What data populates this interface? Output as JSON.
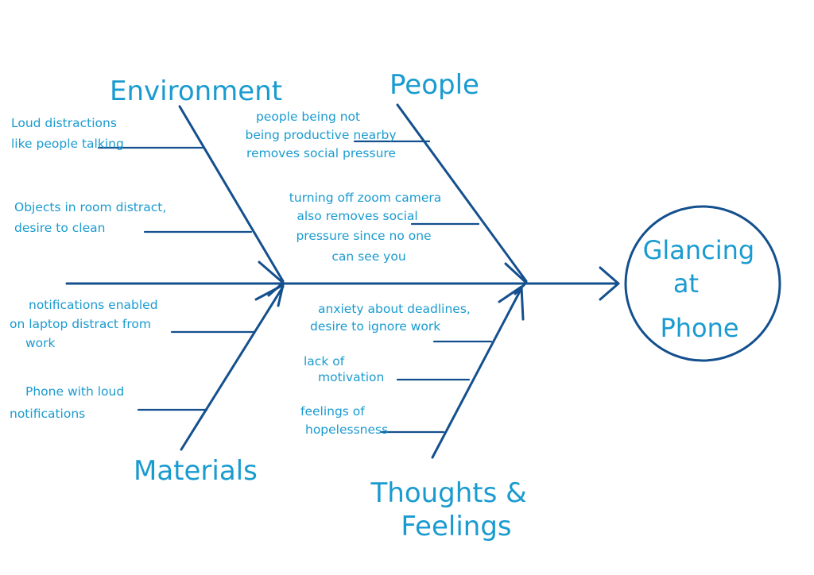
{
  "colors": {
    "ink_text": "#1a9bd0",
    "ink_lines": "#14508e",
    "background": "#ffffff"
  },
  "effect": {
    "lines": [
      "Glancing",
      "at",
      "Phone"
    ]
  },
  "categories": {
    "environment": {
      "label": "Environment",
      "causes": [
        {
          "lines": [
            "Loud distractions",
            "like people talking"
          ]
        },
        {
          "lines": [
            "Objects in room distract,",
            "desire to clean"
          ]
        }
      ]
    },
    "people": {
      "label": "People",
      "causes": [
        {
          "lines": [
            "people being not",
            "being productive nearby",
            "removes social pressure"
          ]
        },
        {
          "lines": [
            "turning off zoom camera",
            "also removes social",
            "pressure since no one",
            "can see you"
          ]
        }
      ]
    },
    "materials": {
      "label": "Materials",
      "causes": [
        {
          "lines": [
            "notifications enabled",
            "on laptop distract from",
            "work"
          ]
        },
        {
          "lines": [
            "Phone with loud",
            "notifications"
          ]
        }
      ]
    },
    "thoughts": {
      "label_lines": [
        "Thoughts &",
        "Feelings"
      ],
      "causes": [
        {
          "lines": [
            "anxiety about deadlines,",
            "desire to ignore work"
          ]
        },
        {
          "lines": [
            "lack of",
            "motivation"
          ]
        },
        {
          "lines": [
            "feelings of",
            "hopelessness"
          ]
        }
      ]
    }
  }
}
